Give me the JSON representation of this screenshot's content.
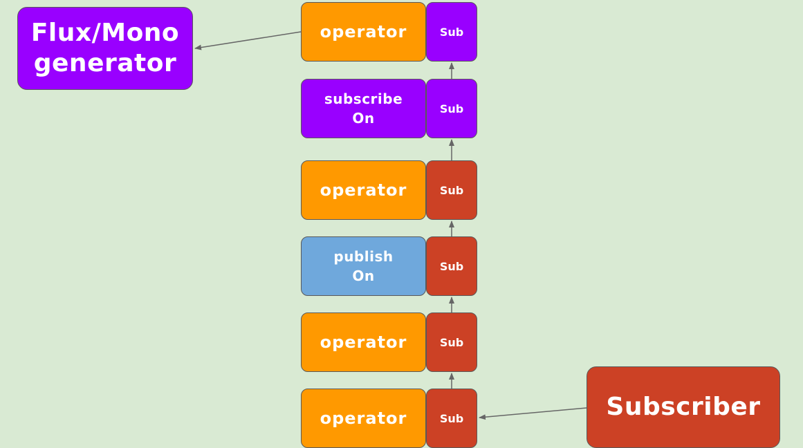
{
  "nodes": {
    "generator": {
      "label": "Flux/Mono\ngenerator",
      "color": "#9900ff"
    },
    "operator_1": {
      "label": "operator",
      "color": "#ff9900"
    },
    "sub_1": {
      "label": "Sub",
      "color": "#9900ff"
    },
    "subscribe_on": {
      "label": "subscribe\nOn",
      "color": "#9900ff"
    },
    "sub_2": {
      "label": "Sub",
      "color": "#9900ff"
    },
    "operator_2": {
      "label": "operator",
      "color": "#ff9900"
    },
    "sub_3": {
      "label": "Sub",
      "color": "#cc4125"
    },
    "publish_on": {
      "label": "publish\nOn",
      "color": "#6fa8dc"
    },
    "sub_4": {
      "label": "Sub",
      "color": "#cc4125"
    },
    "operator_3": {
      "label": "operator",
      "color": "#ff9900"
    },
    "sub_5": {
      "label": "Sub",
      "color": "#cc4125"
    },
    "operator_4": {
      "label": "operator",
      "color": "#ff9900"
    },
    "sub_6": {
      "label": "Sub",
      "color": "#cc4125"
    },
    "subscriber": {
      "label": "Subscriber",
      "color": "#cc4125"
    }
  },
  "edges": [
    {
      "from": "subscriber",
      "to": "sub_6"
    },
    {
      "from": "sub_6",
      "to": "sub_5"
    },
    {
      "from": "sub_5",
      "to": "sub_4"
    },
    {
      "from": "sub_4",
      "to": "sub_3"
    },
    {
      "from": "sub_3",
      "to": "sub_2"
    },
    {
      "from": "sub_2",
      "to": "sub_1"
    },
    {
      "from": "operator_1",
      "to": "generator"
    }
  ],
  "colors": {
    "background": "#d9ead3",
    "connector": "#666666"
  }
}
